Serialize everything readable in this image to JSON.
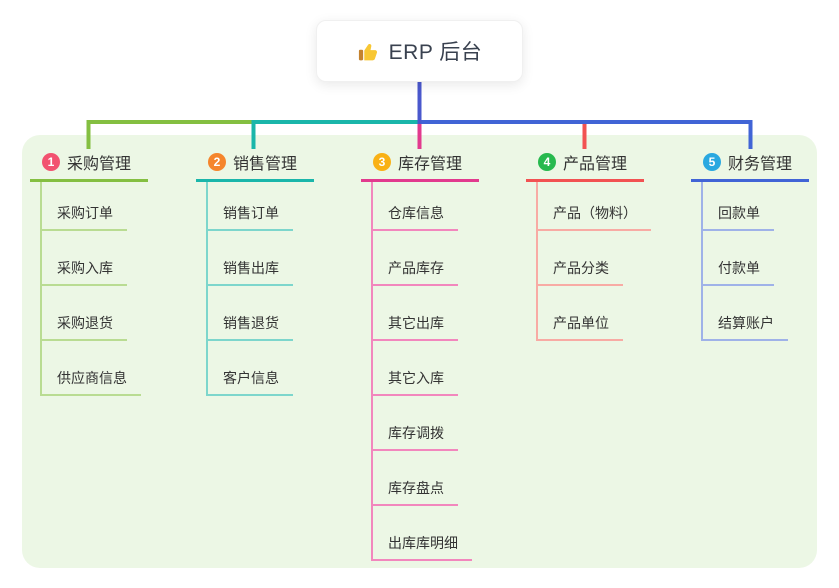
{
  "root_node": {
    "label": "ERP 后台",
    "icon": "thumbs-up-icon",
    "connector_color": "#4a58cd"
  },
  "panel": {
    "background_color": "#ecf7e5"
  },
  "branches": [
    {
      "number": "1",
      "label": "采购管理",
      "badge_color": "#f25270",
      "line_color": "#84bf41",
      "sub_line_color": "#b9dc92",
      "items": [
        "采购订单",
        "采购入库",
        "采购退货",
        "供应商信息"
      ]
    },
    {
      "number": "2",
      "label": "销售管理",
      "badge_color": "#f5852c",
      "line_color": "#1ab6aa",
      "sub_line_color": "#7dd6cc",
      "items": [
        "销售订单",
        "销售出库",
        "销售退货",
        "客户信息"
      ]
    },
    {
      "number": "3",
      "label": "库存管理",
      "badge_color": "#f9b115",
      "line_color": "#e23a8e",
      "sub_line_color": "#f287bd",
      "items": [
        "仓库信息",
        "产品库存",
        "其它出库",
        "其它入库",
        "库存调拨",
        "库存盘点",
        "出库库明细"
      ]
    },
    {
      "number": "4",
      "label": "产品管理",
      "badge_color": "#27b94e",
      "line_color": "#f25252",
      "sub_line_color": "#f8aba4",
      "items": [
        "产品（物料）",
        "产品分类",
        "产品单位"
      ]
    },
    {
      "number": "5",
      "label": "财务管理",
      "badge_color": "#29a8e0",
      "line_color": "#4164d6",
      "sub_line_color": "#9fb2e8",
      "items": [
        "回款单",
        "付款单",
        "结算账户"
      ]
    }
  ]
}
